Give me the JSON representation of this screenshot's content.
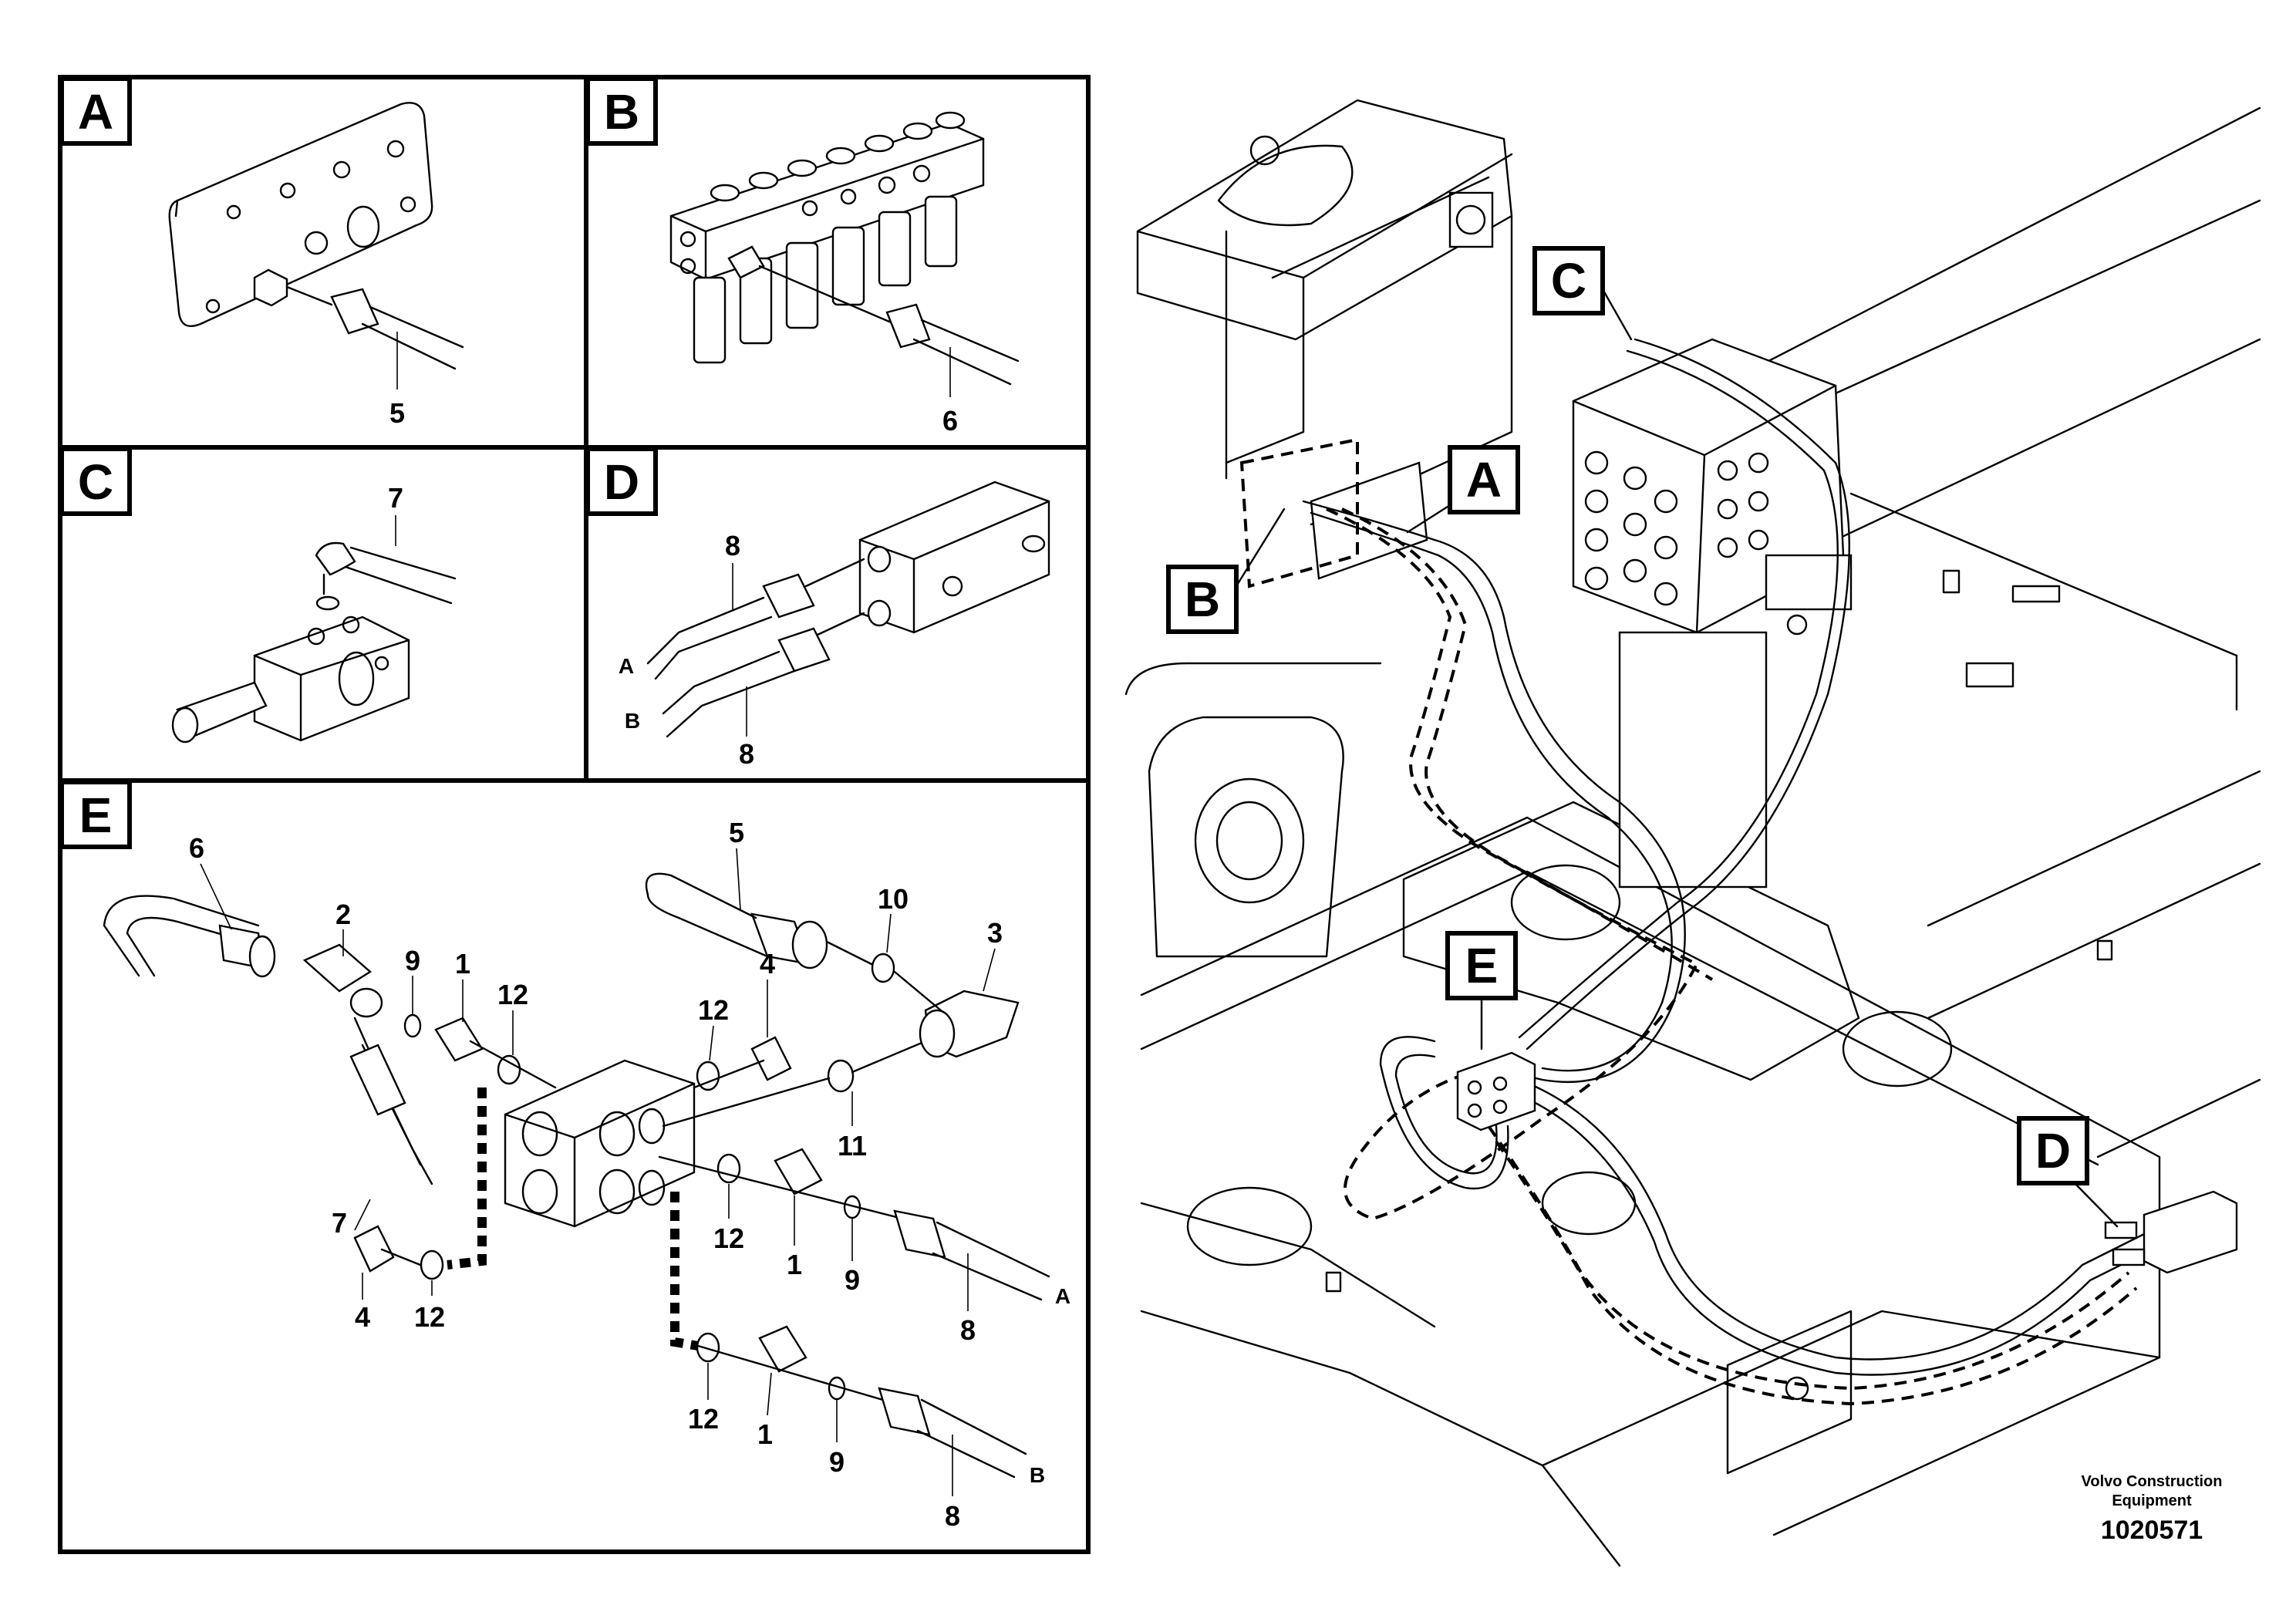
{
  "panels": {
    "a": {
      "letter": "A",
      "items": [
        "5"
      ]
    },
    "b": {
      "letter": "B",
      "items": [
        "6"
      ]
    },
    "c": {
      "letter": "C",
      "items": [
        "7"
      ]
    },
    "d": {
      "letter": "D",
      "items": [
        "8",
        "8"
      ],
      "ports": [
        "A",
        "B"
      ]
    },
    "e": {
      "letter": "E",
      "items": [
        "6",
        "2",
        "9",
        "1",
        "12",
        "7",
        "4",
        "12",
        "5",
        "10",
        "3",
        "12",
        "4",
        "11",
        "12",
        "1",
        "9",
        "8",
        "12",
        "1",
        "9",
        "8"
      ],
      "ports": [
        "A",
        "B"
      ]
    }
  },
  "main_callouts": [
    "C",
    "A",
    "B",
    "E",
    "D"
  ],
  "footer": {
    "company_line1": "Volvo Construction",
    "company_line2": "Equipment",
    "drawing_number": "1020571"
  }
}
